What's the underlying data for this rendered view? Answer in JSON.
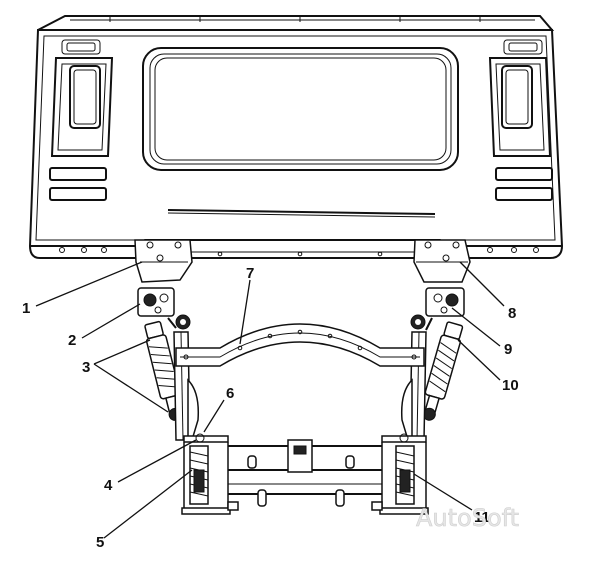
{
  "callouts": [
    {
      "id": "c1",
      "label": "1"
    },
    {
      "id": "c2",
      "label": "2"
    },
    {
      "id": "c3",
      "label": "3"
    },
    {
      "id": "c4",
      "label": "4"
    },
    {
      "id": "c5",
      "label": "5"
    },
    {
      "id": "c6",
      "label": "6"
    },
    {
      "id": "c7",
      "label": "7"
    },
    {
      "id": "c8",
      "label": "8"
    },
    {
      "id": "c9",
      "label": "9"
    },
    {
      "id": "c10",
      "label": "10"
    },
    {
      "id": "c11",
      "label": "11"
    }
  ],
  "watermark": "AutoSoft"
}
